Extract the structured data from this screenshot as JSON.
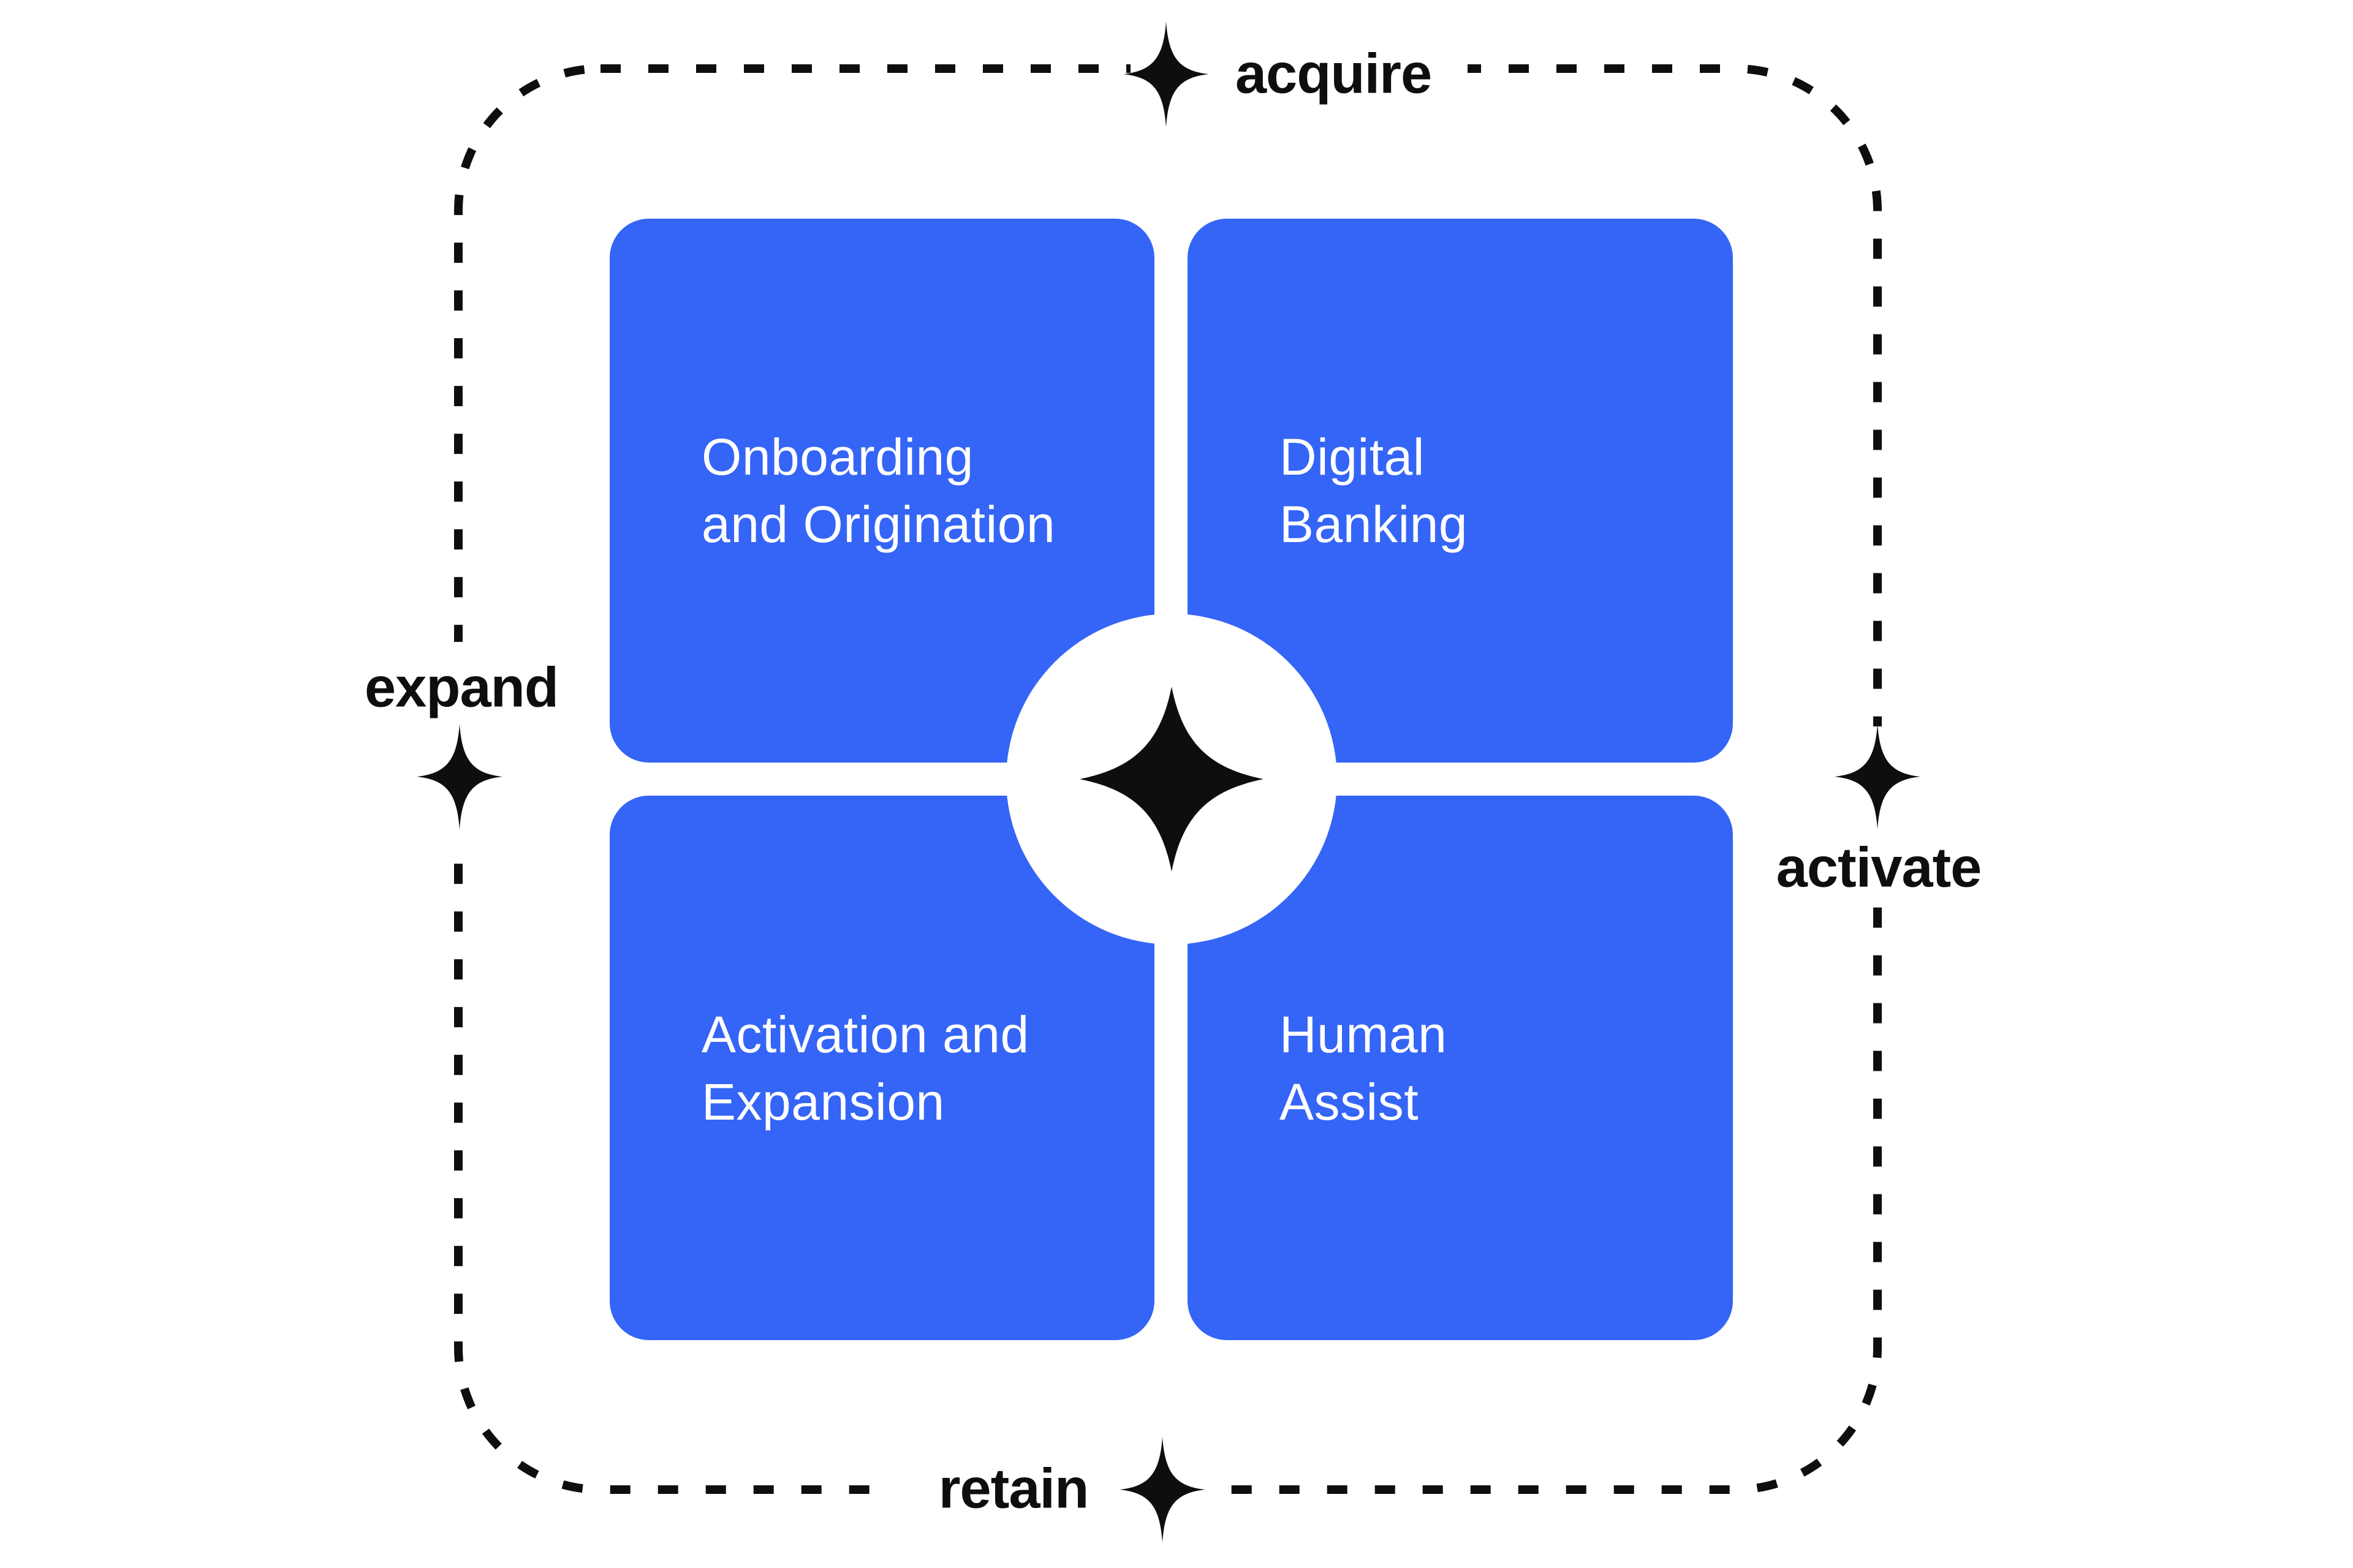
{
  "colors": {
    "background": "#FFFFFF",
    "card_fill": "#3565F6",
    "card_text": "#FFFFFF",
    "ink": "#0D0E10",
    "circle_fill": "#FFFFFF"
  },
  "cards": [
    {
      "id": "onboarding-and-origination",
      "line1": "Onboarding",
      "line2": "and Origination"
    },
    {
      "id": "digital-banking",
      "line1": "Digital",
      "line2": "Banking"
    },
    {
      "id": "activation-and-expansion",
      "line1": "Activation and",
      "line2": "Expansion"
    },
    {
      "id": "human-assist",
      "line1": "Human",
      "line2": "Assist"
    }
  ],
  "cycle_labels": {
    "top": "acquire",
    "right": "activate",
    "bottom": "retain",
    "left": "expand"
  },
  "icons": {
    "center": "sparkle-icon",
    "cycle_markers": "sparkle-icon"
  }
}
